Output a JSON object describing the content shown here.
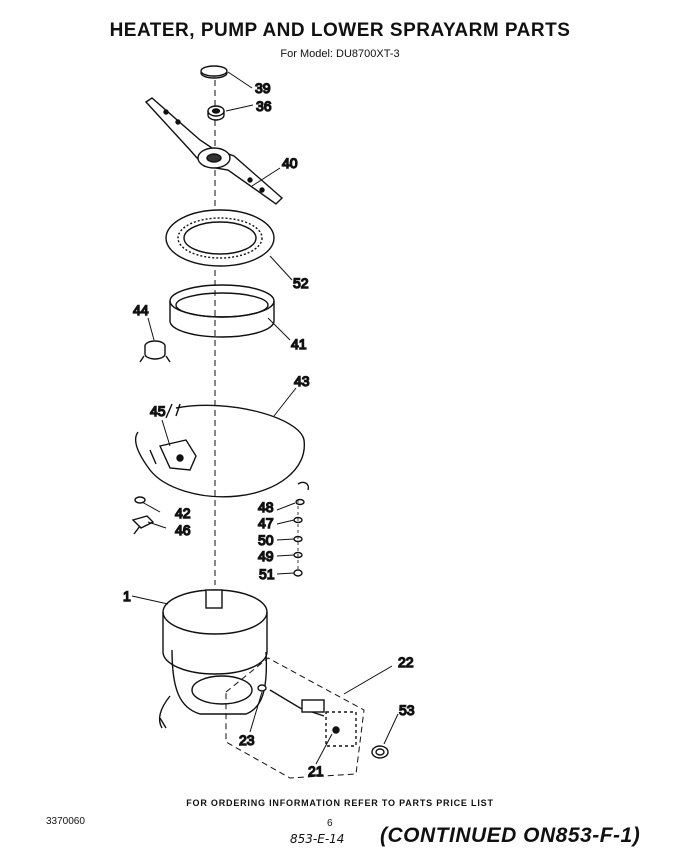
{
  "header": {
    "title": "HEATER, PUMP AND LOWER SPRAYARM  PARTS",
    "subtitle": "For Model: DU8700XT-3"
  },
  "parts": [
    {
      "id": "p39",
      "callout": "39",
      "icon": "cap-icon"
    },
    {
      "id": "p36",
      "callout": "36",
      "icon": "nut-icon"
    },
    {
      "id": "p40",
      "callout": "40",
      "icon": "sprayarm-icon"
    },
    {
      "id": "p52",
      "callout": "52",
      "icon": "filter-ring-icon"
    },
    {
      "id": "p41",
      "callout": "41",
      "icon": "gasket-ring-icon"
    },
    {
      "id": "p44",
      "callout": "44",
      "icon": "thermostat-icon"
    },
    {
      "id": "p43",
      "callout": "43",
      "icon": "heater-element-icon"
    },
    {
      "id": "p45",
      "callout": "45",
      "icon": "bracket-icon"
    },
    {
      "id": "p42",
      "callout": "42",
      "icon": "washer-icon"
    },
    {
      "id": "p46",
      "callout": "46",
      "icon": "clip-icon"
    },
    {
      "id": "p48",
      "callout": "48",
      "icon": "terminal-icon"
    },
    {
      "id": "p47",
      "callout": "47",
      "icon": "washer-icon"
    },
    {
      "id": "p50",
      "callout": "50",
      "icon": "washer-icon"
    },
    {
      "id": "p49",
      "callout": "49",
      "icon": "washer-icon"
    },
    {
      "id": "p51",
      "callout": "51",
      "icon": "nut-icon"
    },
    {
      "id": "p1",
      "callout": "1",
      "icon": "pump-motor-icon"
    },
    {
      "id": "p22",
      "callout": "22",
      "icon": "valve-assembly-icon"
    },
    {
      "id": "p53",
      "callout": "53",
      "icon": "clamp-icon"
    },
    {
      "id": "p23",
      "callout": "23",
      "icon": "seal-icon"
    },
    {
      "id": "p21",
      "callout": "21",
      "icon": "valve-icon"
    }
  ],
  "footer": {
    "order_note": "FOR ORDERING INFORMATION REFER TO PARTS PRICE LIST",
    "doc_number": "3370060",
    "page_number": "6",
    "handwritten": "853-E-14",
    "continued": "(CONTINUED ON853-F-1)"
  }
}
